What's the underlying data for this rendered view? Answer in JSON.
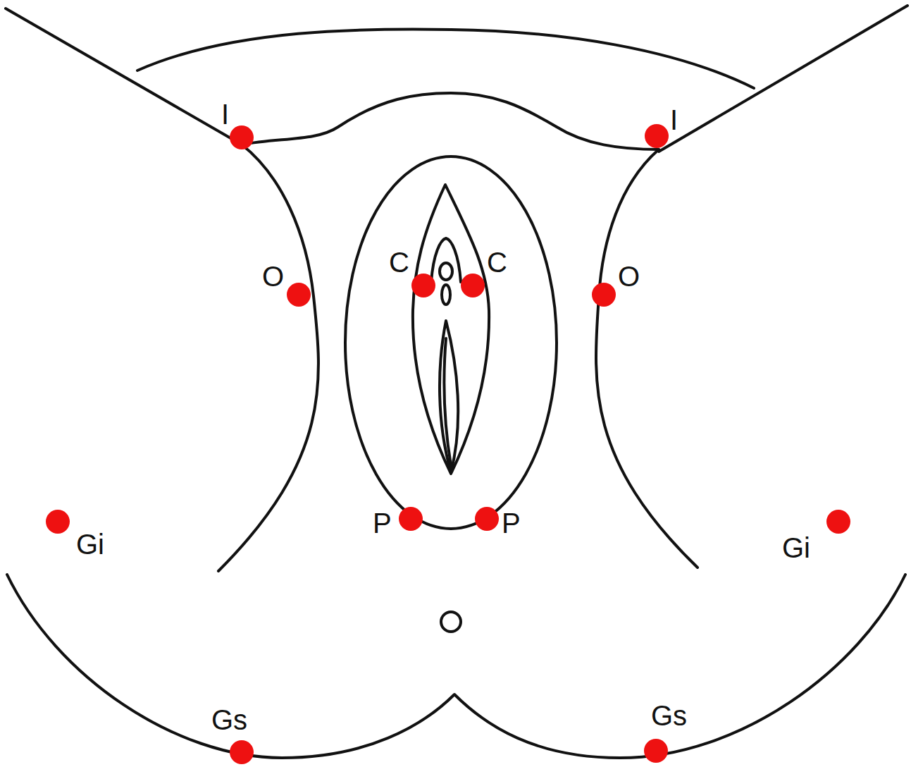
{
  "diagram": {
    "labels": [
      "I",
      "I",
      "O",
      "C",
      "C",
      "O",
      "Gi",
      "P",
      "P",
      "Gi",
      "Gs",
      "Gs"
    ]
  }
}
